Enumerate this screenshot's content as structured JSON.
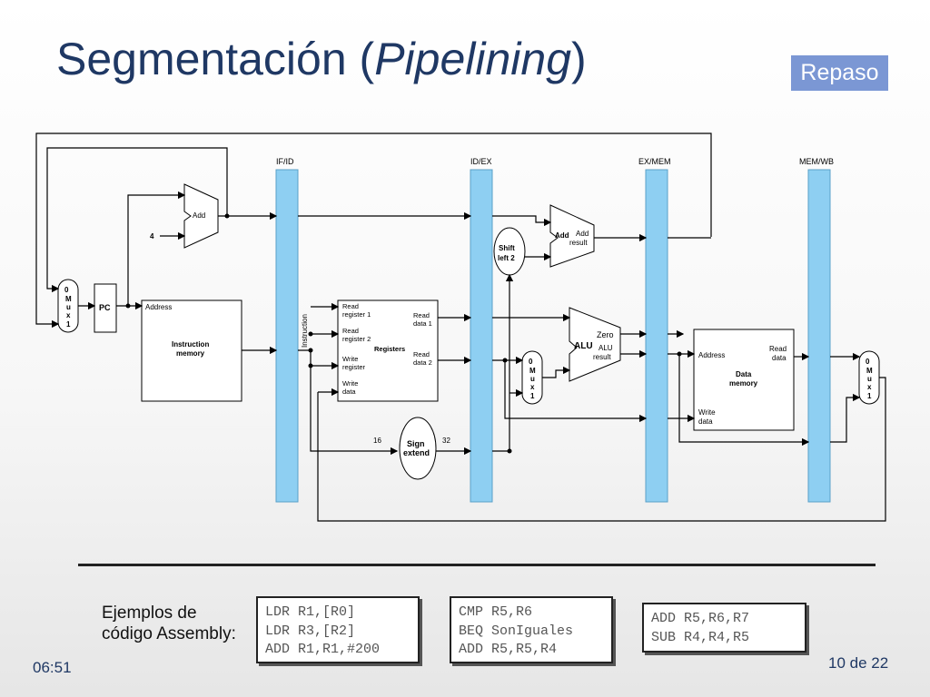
{
  "slide": {
    "title_main": "Segmentación (",
    "title_italic": "Pipelining",
    "title_close": ")",
    "badge": "Repaso",
    "time": "06:51",
    "page": "10 de 22"
  },
  "diagram": {
    "registers": [
      "IF/ID",
      "ID/EX",
      "EX/MEM",
      "MEM/WB"
    ],
    "add_label": "Add",
    "const_four": "4",
    "mux_letters": [
      "0",
      "M",
      "u",
      "x",
      "1"
    ],
    "pc": "PC",
    "instr_mem_address": "Address",
    "instr_mem_title_1": "Instruction",
    "instr_mem_title_2": "memory",
    "instruction_vertical": "Instruction",
    "regfile": {
      "read_reg1_a": "Read",
      "read_reg1_b": "register 1",
      "read_reg2_a": "Read",
      "read_reg2_b": "register 2",
      "write_reg_a": "Write",
      "write_reg_b": "register",
      "write_data_a": "Write",
      "write_data_b": "data",
      "read_data1_a": "Read",
      "read_data1_b": "data 1",
      "read_data2_a": "Read",
      "read_data2_b": "data 2",
      "title": "Registers"
    },
    "shift_1": "Shift",
    "shift_2": "left 2",
    "add2_label": "Add",
    "add_result_1": "Add",
    "add_result_2": "result",
    "alu": "ALU",
    "zero": "Zero",
    "alu_result_1": "ALU",
    "alu_result_2": "result",
    "sign_1": "Sign",
    "sign_2": "extend",
    "bits_16": "16",
    "bits_32": "32",
    "dmem_address": "Address",
    "dmem_title_1": "Data",
    "dmem_title_2": "memory",
    "dmem_read_1": "Read",
    "dmem_read_2": "data",
    "dmem_write_1": "Write",
    "dmem_write_2": "data"
  },
  "examples": {
    "label_1": "Ejemplos de",
    "label_2": "código Assembly:",
    "blocks": [
      [
        "LDR R1,[R0]",
        "LDR R3,[R2]",
        "ADD R1,R1,#200"
      ],
      [
        "CMP R5,R6",
        "BEQ SonIguales",
        "ADD R5,R5,R4"
      ],
      [
        "ADD R5,R6,R7",
        "SUB R4,R4,R5"
      ]
    ]
  },
  "colors": {
    "title": "#1f3864",
    "badge": "#7b97d4",
    "pipeline_register": "#8ecff2"
  }
}
